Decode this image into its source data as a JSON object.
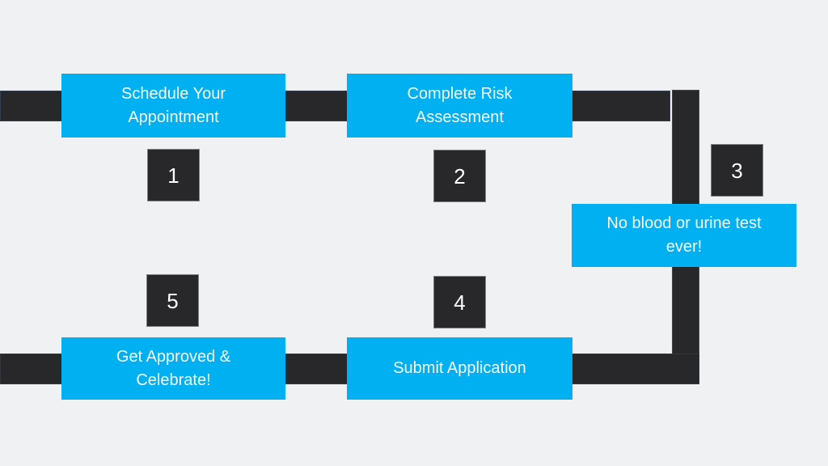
{
  "slide": {
    "colors": {
      "background": "#f0f1f2",
      "path": "#28282b",
      "accent": "#00b0f0",
      "label_text": "#f4fafd",
      "number_text": "#ffffff"
    },
    "steps": [
      {
        "number": "1",
        "label": "Schedule Your Appointment"
      },
      {
        "number": "2",
        "label": "Complete Risk Assessment"
      },
      {
        "number": "3",
        "label": "No blood or urine test ever!"
      },
      {
        "number": "4",
        "label": "Submit Application"
      },
      {
        "number": "5",
        "label": "Get Approved & Celebrate!"
      }
    ]
  }
}
